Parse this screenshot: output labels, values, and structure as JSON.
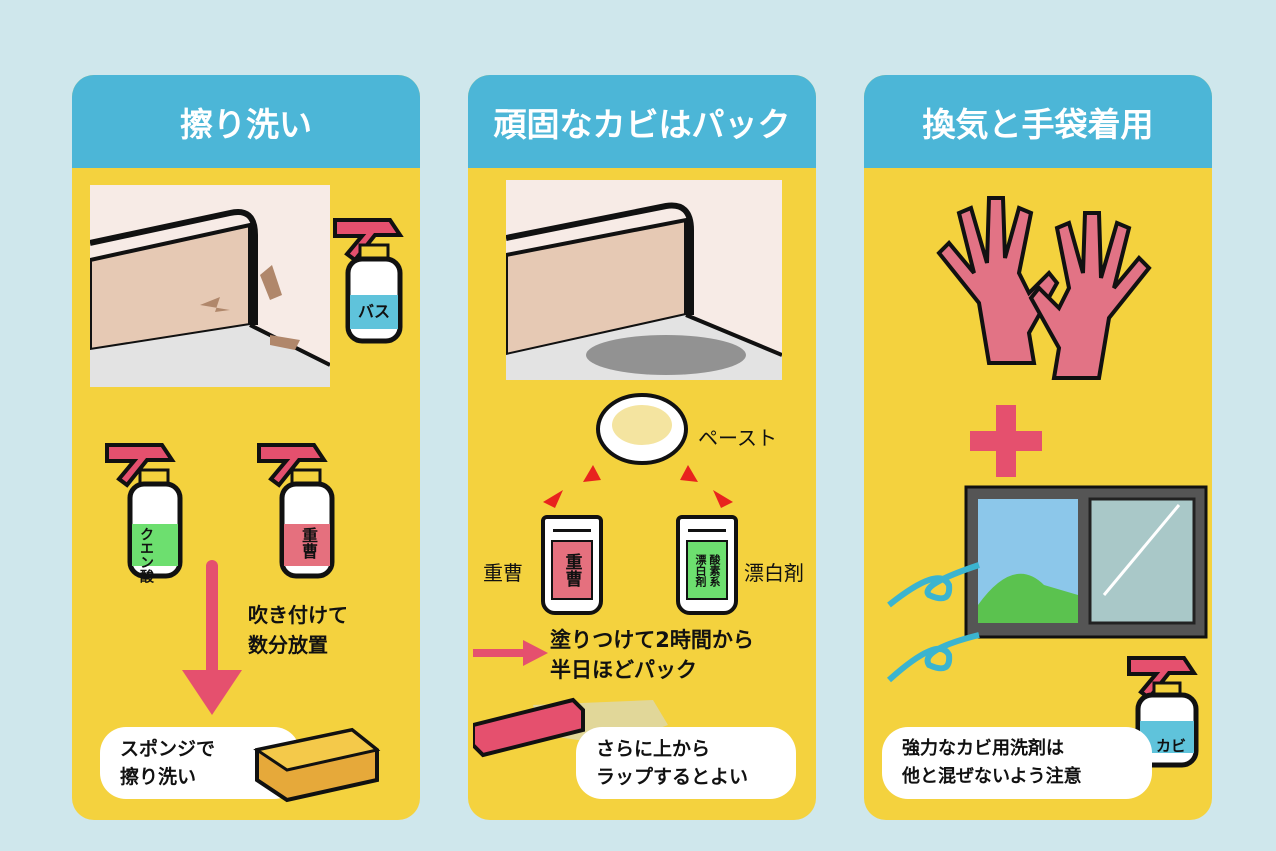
{
  "panels": [
    {
      "title": "擦り洗い",
      "bottle_top": "バス",
      "bottle_left": "クエン酸",
      "bottle_right": "重曹",
      "step": "吹き付けて\n数分放置",
      "step_lines": [
        "吹き付けて",
        "数分放置"
      ],
      "bubble_lines": [
        "スポンジで",
        "擦り洗い"
      ]
    },
    {
      "title": "頑固なカビはパック",
      "paste": "ペースト",
      "left_label": "重曹",
      "left_pack": "重曹",
      "right_label": "漂白剤",
      "right_pack": "酸素系漂白剤",
      "step_lines": [
        "塗りつけて2時間から",
        "半日ほどパック"
      ],
      "bubble_lines": [
        "さらに上から",
        "ラップするとよい"
      ]
    },
    {
      "title": "換気と手袋着用",
      "bottle": "カビ",
      "bubble_lines": [
        "強力なカビ用洗剤は",
        "他と混ぜないよう注意"
      ]
    }
  ],
  "colors": {
    "header": "#4cb6d7",
    "panel": "#f4d23e",
    "accent": "#e5506e",
    "background": "#cfe7ec"
  }
}
